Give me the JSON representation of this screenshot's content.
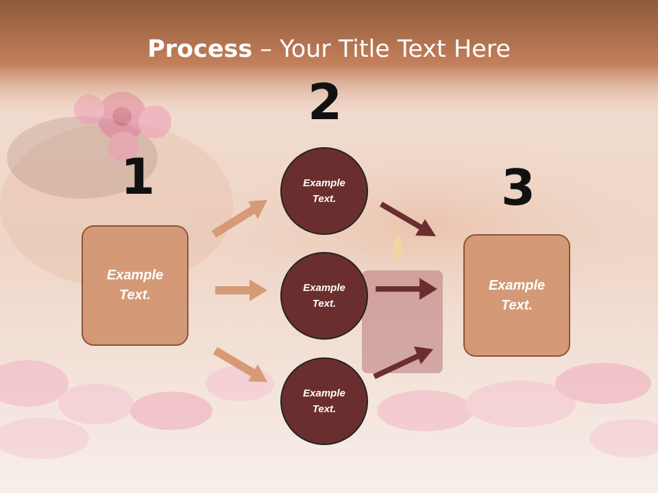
{
  "title": {
    "bold": "Process",
    "rest": " – Your Title Text Here"
  },
  "steps": {
    "n1": "1",
    "n2": "2",
    "n3": "3"
  },
  "left_box": {
    "text": "Example Text."
  },
  "circles": [
    {
      "text": "Example Text."
    },
    {
      "text": "Example Text."
    },
    {
      "text": "Example Text."
    }
  ],
  "right_box": {
    "text": "Example Text."
  },
  "colors": {
    "header_top": "#8c5a3c",
    "header_bottom": "#c98a66",
    "box_fill": "#d49a78",
    "circle_fill": "#6b2e2e",
    "arrow_light": "#d79a76",
    "arrow_dark": "#6b2e2e"
  }
}
